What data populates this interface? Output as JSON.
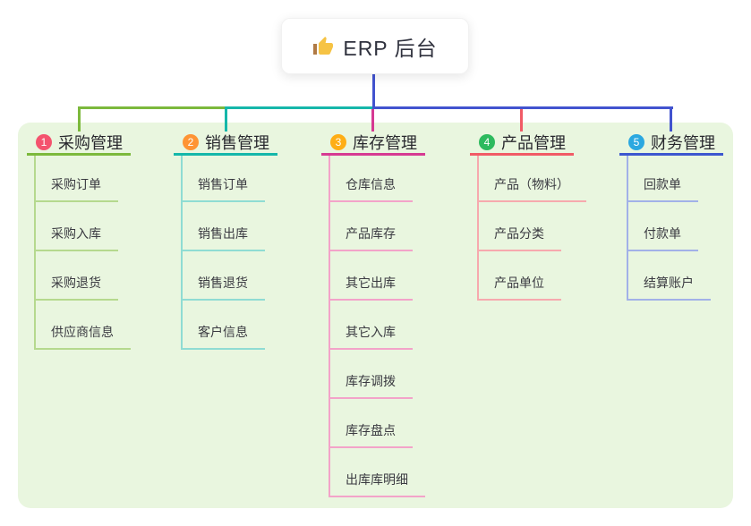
{
  "root": {
    "label": "ERP 后台",
    "icon": "thumbs-up-icon",
    "icon_color": "#f6c344",
    "icon_cuff_color": "#b07a45"
  },
  "panel": {
    "background": "#e9f6df"
  },
  "connector": {
    "center_color": "#4253cf"
  },
  "branches": [
    {
      "badge": "1",
      "badge_color": "#f4536e",
      "label": "采购管理",
      "line_color": "#7cb93c",
      "sub_line_color": "#b5d98e",
      "children": [
        "采购订单",
        "采购入库",
        "采购退货",
        "供应商信息"
      ]
    },
    {
      "badge": "2",
      "badge_color": "#fe9434",
      "label": "销售管理",
      "line_color": "#15b7aa",
      "sub_line_color": "#8fdcd3",
      "children": [
        "销售订单",
        "销售出库",
        "销售退货",
        "客户信息"
      ]
    },
    {
      "badge": "3",
      "badge_color": "#feae16",
      "label": "库存管理",
      "line_color": "#d63a92",
      "sub_line_color": "#f3a3c9",
      "children": [
        "仓库信息",
        "产品库存",
        "其它出库",
        "其它入库",
        "库存调拨",
        "库存盘点",
        "出库库明细"
      ]
    },
    {
      "badge": "4",
      "badge_color": "#2dba5e",
      "label": "产品管理",
      "line_color": "#f15b66",
      "sub_line_color": "#f7a9ae",
      "children": [
        "产品（物料）",
        "产品分类",
        "产品单位"
      ]
    },
    {
      "badge": "5",
      "badge_color": "#2ba8e0",
      "label": "财务管理",
      "line_color": "#3d57cf",
      "sub_line_color": "#a2b1e8",
      "children": [
        "回款单",
        "付款单",
        "结算账户"
      ]
    }
  ]
}
